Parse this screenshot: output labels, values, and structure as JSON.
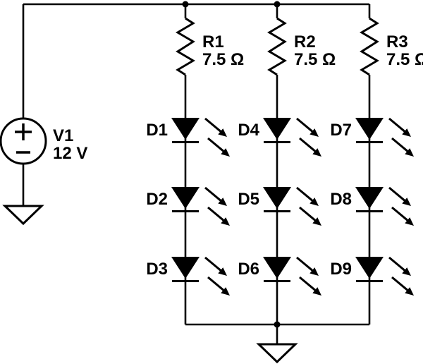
{
  "colors": {
    "background": "#ffffff",
    "ink": "#000000"
  },
  "source": {
    "name": "V1",
    "value": "12 V"
  },
  "resistors": [
    {
      "name": "R1",
      "value": "7.5 Ω"
    },
    {
      "name": "R2",
      "value": "7.5 Ω"
    },
    {
      "name": "R3",
      "value": "7.5 Ω"
    }
  ],
  "leds": [
    {
      "name": "D1"
    },
    {
      "name": "D2"
    },
    {
      "name": "D3"
    },
    {
      "name": "D4"
    },
    {
      "name": "D5"
    },
    {
      "name": "D6"
    },
    {
      "name": "D7"
    },
    {
      "name": "D8"
    },
    {
      "name": "D9"
    }
  ]
}
